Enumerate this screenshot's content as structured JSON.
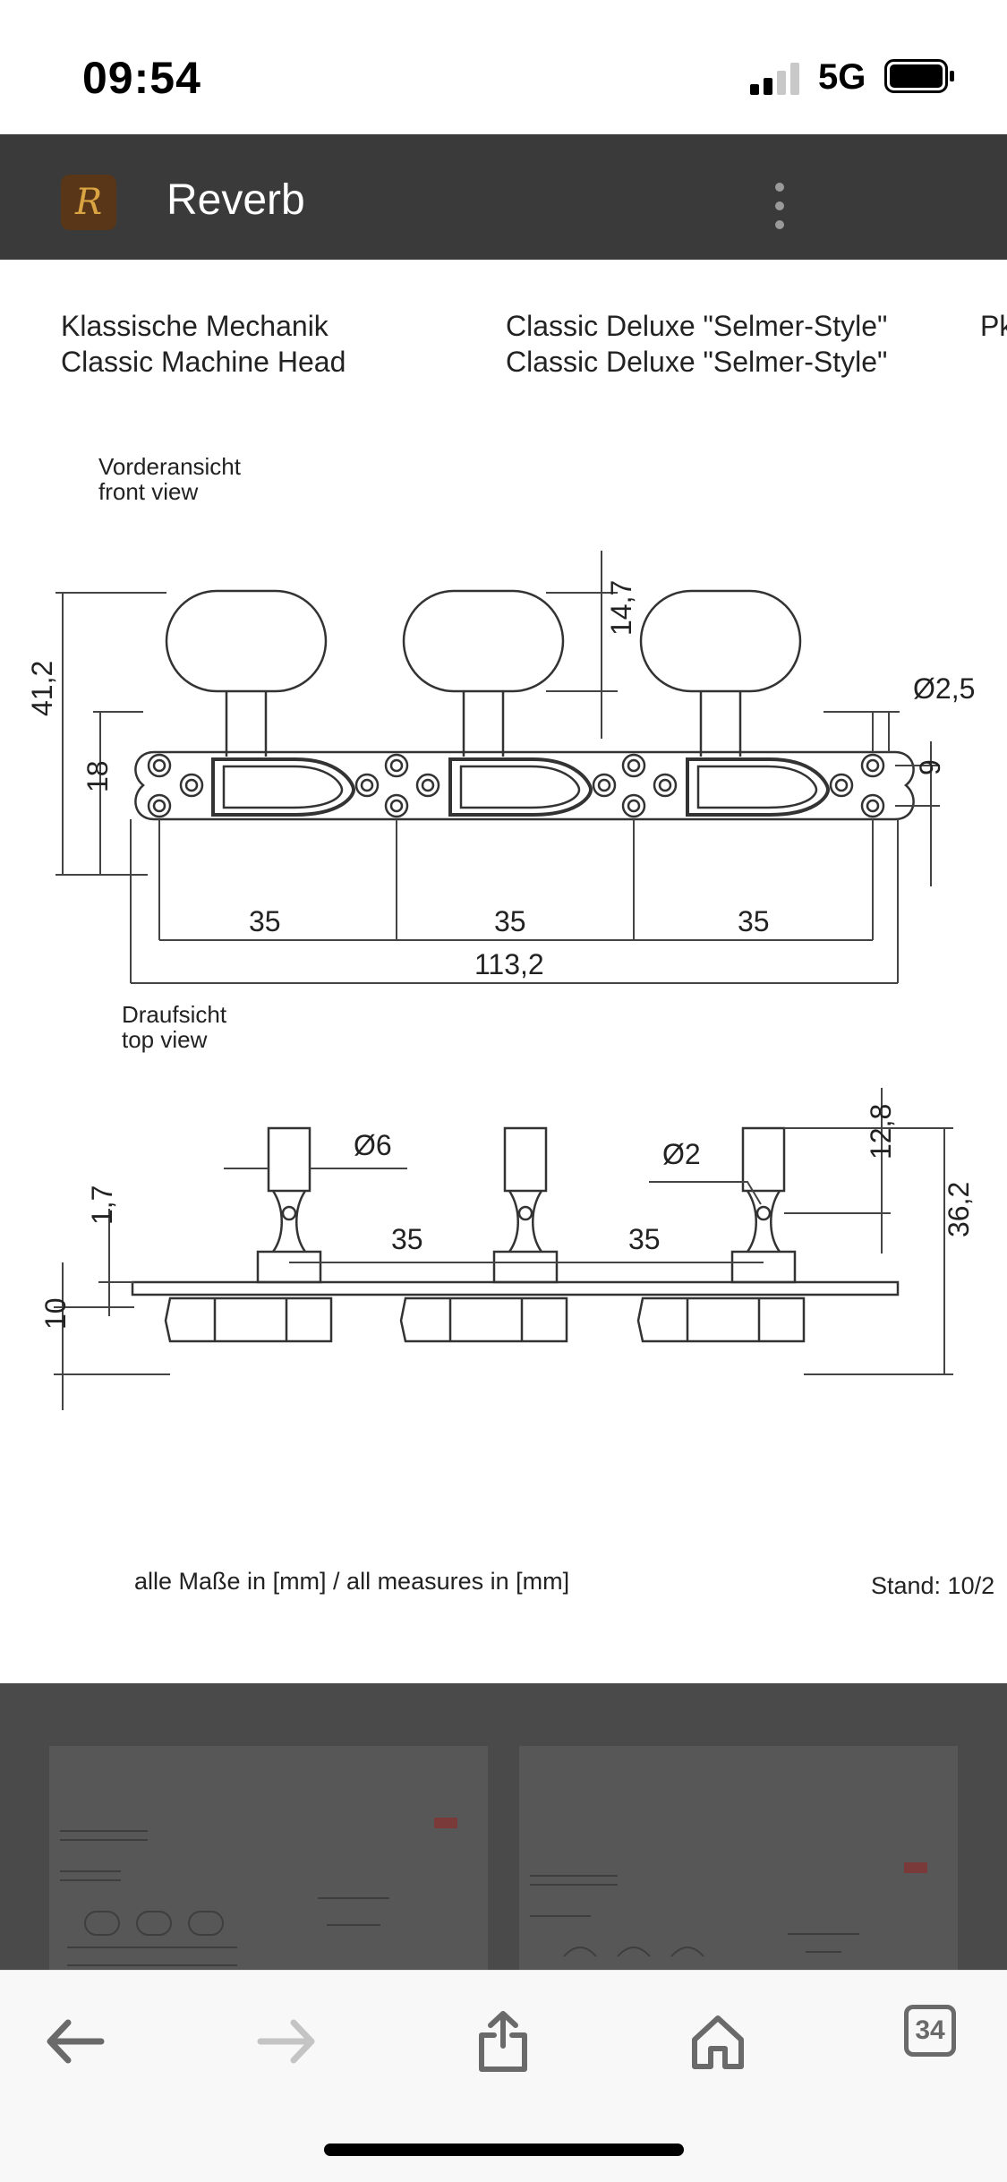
{
  "status_bar": {
    "time": "09:54",
    "network": "5G"
  },
  "app_bar": {
    "logo_letter": "R",
    "title": "Reverb"
  },
  "drawing": {
    "header": {
      "col1_de": "Klassische Mechanik",
      "col1_en": "Classic Machine Head",
      "col2_de": "Classic Deluxe \"Selmer-Style\"",
      "col2_en": "Classic Deluxe \"Selmer-Style\"",
      "col3": "Pk"
    },
    "front_view": {
      "de": "Vorderansicht",
      "en": "front view"
    },
    "top_view": {
      "de": "Draufsicht",
      "en": "top view"
    },
    "dims_front": {
      "height_total": "41,2",
      "plate_height": "18",
      "knob_height": "14,7",
      "hole_dia": "Ø2,5",
      "hole_spacing": "9",
      "spacing_1": "35",
      "spacing_2": "35",
      "spacing_3": "35",
      "total_length": "113,2"
    },
    "dims_top": {
      "post_dia": "Ø6",
      "hole_dia": "Ø2",
      "spacing_1": "35",
      "spacing_2": "35",
      "post_height": "12,8",
      "total_height": "36,2",
      "dim_1_7": "1,7",
      "dim_10": "10"
    },
    "footer_note": "alle Maße in [mm] / all measures in [mm]",
    "footer_date": "Stand: 10/2"
  },
  "toolbar": {
    "tab_count": "34"
  },
  "colors": {
    "app_bar": "#3a3a3a",
    "gallery": "#4a4a4a",
    "toolbar_icon": "#6a6a6a"
  }
}
